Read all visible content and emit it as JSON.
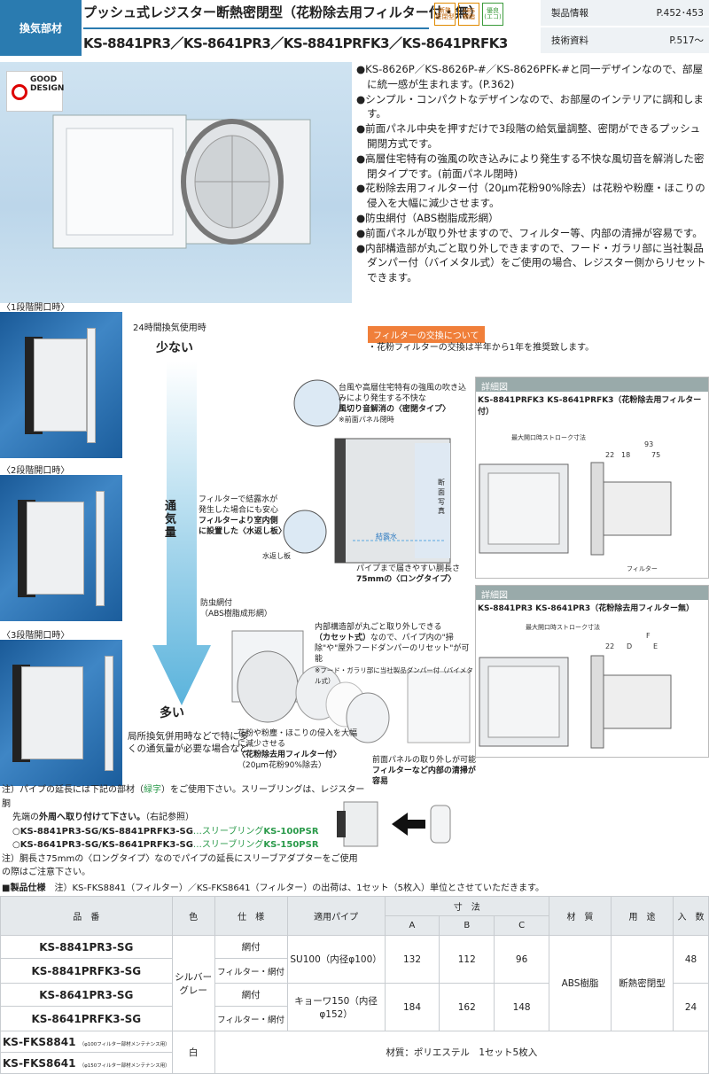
{
  "header": {
    "category": "換気部材",
    "title": "プッシュ式レジスター断熱密閉型（花粉除去用フィルター付・無）",
    "models": "KS-8841PR3／KS-8641PR3／KS-8841PRFK3／KS-8641PRFK3",
    "badges": [
      "断熱\n密閉型",
      "ABS\n樹脂",
      "優良\n(エコ)"
    ],
    "info": [
      {
        "label": "製品情報",
        "value": "P.452･453"
      },
      {
        "label": "技術資料",
        "value": "P.517〜"
      }
    ]
  },
  "good_design": "GOOD\nDESIGN",
  "bullets": [
    "●KS-8626P／KS-8626P-#／KS-8626PFK-#と同一デザインなので、部屋に統一感が生まれます。(P.362)",
    "●シンプル・コンパクトなデザインなので、お部屋のインテリアに調和します。",
    "●前面パネル中央を押すだけで3段階の給気量調整、密閉ができるプッシュ開閉方式です。",
    "●高層住宅特有の強風の吹き込みにより発生する不快な風切音を解消した密閉タイプです。(前面パネル閉時)",
    "●花粉除去用フィルター付（20μm花粉90%除去）は花粉や粉塵・ほこりの侵入を大幅に減少させます。",
    "●防虫網付（ABS樹脂成形網）",
    "●前面パネルが取り外せますので、フィルター等、内部の清掃が容易です。",
    "●内部構造部が丸ごと取り外しできますので、フード・ガラリ部に当社製品ダンパー付（バイメタル式）をご使用の場合、レジスター側からリセットできます。"
  ],
  "stages": [
    "〈1段階開口時〉",
    "〈2段階開口時〉",
    "〈3段階開口時〉"
  ],
  "flow": {
    "top_note": "24時間換気使用時",
    "less": "少ない",
    "vent": "通気量",
    "more": "多い",
    "bottom_note": "局所換気併用時などで特に多くの通気量が必要な場合など"
  },
  "filter": {
    "tag": "フィルターの交換について",
    "note": "・花粉フィルターの交換は半年から1年を推奨致します。"
  },
  "callouts": {
    "wind": "台風や高層住宅特有の強風の吹き込みにより発生する不快な",
    "wind_b": "風切り音解消の〈密閉タイプ〉",
    "wind_s": "※前面パネル閉時",
    "dew": "フィルターで結露水が発生した場合にも安心",
    "dew_b": "フィルターより室内側に設置した〈水返し板〉",
    "dew_l": "水返し板",
    "dew_w": "結露水",
    "section": "断面写真",
    "pipe": "パイプまで届きやすい胴長さ",
    "pipe_b": "75mmの〈ロングタイプ〉",
    "net": "防虫網付\n（ABS樹脂成形網）",
    "cassette": "内部構造部が丸ごと取り外しできる",
    "cassette_b": "（カセット式）",
    "cassette2": "なので、パイプ内の\"掃除\"や\"屋外フードダンパーのリセット\"が可能",
    "cassette_s": "※フード・ガラリ部に当社製品ダンパー付（バイメタル式）",
    "pollen": "花粉や粉塵・ほこりの侵入を大幅に減少させる",
    "pollen_b": "〈花粉除去用フィルター付〉",
    "pollen_s": "（20μm花粉90%除去）",
    "panel": "前面パネルの取り外しが可能",
    "panel_b": "フィルターなど内部の清掃が容易"
  },
  "details": [
    {
      "title": "詳細図",
      "models": "KS-8841PRFK3  KS-8641PRFK3（花粉除去用フィルター付）",
      "stroke": "最大開口時ストローク寸法",
      "dims": [
        "93",
        "22",
        "18",
        "75"
      ],
      "filter_lbl": "フィルター"
    },
    {
      "title": "詳細図",
      "models": "KS-8841PR3  KS-8641PR3（花粉除去用フィルター無）",
      "stroke": "最大開口時ストローク寸法",
      "dims": [
        "F",
        "22",
        "D",
        "E"
      ],
      "filter_lbl": ""
    }
  ],
  "notes": {
    "n1a": "注）パイプの延長には下記の部材（",
    "n1g": "緑字",
    "n1b": "）をご使用下さい。スリーブリングは、レジスター胴",
    "n1c": "先端の",
    "n1d": "外周へ取り付けて下さい。",
    "n1e": "（右記参照）",
    "r1": "○KS-8841PR3-SG/KS-8841PRFK3-SG",
    "r1s": "…スリーブリング",
    "r1p": "KS-100PSR",
    "r2": "○KS-8641PR3-SG/KS-8641PRFK3-SG",
    "r2s": "…スリーブリング",
    "r2p": "KS-150PSR",
    "n2": "注）胴長さ75mmの〈ロングタイプ〉なのでパイプの延長にスリーブアダプターをご使用の際はご注意下さい。"
  },
  "spec": {
    "heading": "■製品仕様",
    "heading_note": "注）KS-FKS8841（フィルター）／KS-FKS8641（フィルター）の出荷は、1セット（5枚入）単位とさせていただきます。",
    "cols": [
      "品　番",
      "色",
      "仕　様",
      "適用パイプ",
      "寸　法",
      "材　質",
      "用　途",
      "入　数"
    ],
    "dim_cols": [
      "A",
      "B",
      "C"
    ],
    "rows": [
      {
        "model": "KS-8841PR3-SG",
        "spec": "網付"
      },
      {
        "model": "KS-8841PRFK3-SG",
        "spec": "フィルター・網付"
      },
      {
        "model": "KS-8641PR3-SG",
        "spec": "網付"
      },
      {
        "model": "KS-8641PRFK3-SG",
        "spec": "フィルター・網付"
      }
    ],
    "color": "シルバーグレー",
    "pipes": [
      "SU100（内径φ100）",
      "キョーワ150（内径φ152）"
    ],
    "dims1": [
      "132",
      "112",
      "96"
    ],
    "dims2": [
      "184",
      "162",
      "148"
    ],
    "material": "ABS樹脂",
    "use": "断熱密閉型",
    "qty": [
      "48",
      "24"
    ],
    "filters": [
      {
        "model": "KS-FKS8841",
        "sub": "（φ100フィルター部材メンテナンス用）"
      },
      {
        "model": "KS-FKS8641",
        "sub": "（φ150フィルター部材メンテナンス用）"
      }
    ],
    "filter_color": "白",
    "filter_desc": "材質：ポリエステル　1セット5枚入"
  }
}
